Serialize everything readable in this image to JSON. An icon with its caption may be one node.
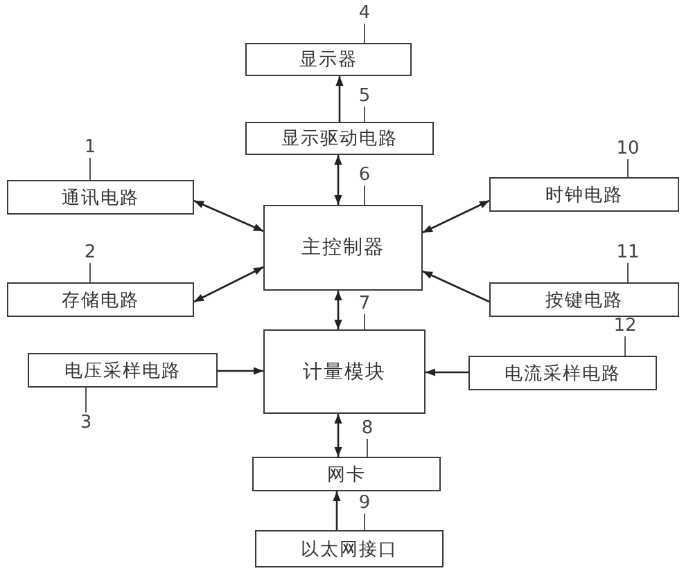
{
  "diagram": {
    "nodes": [
      {
        "text": [
          "显示器"
        ]
      },
      {
        "text": [
          "显示驱动电路"
        ]
      },
      {
        "text": [
          "通讯电路"
        ]
      },
      {
        "text": [
          "主控制器"
        ]
      },
      {
        "text": [
          "时钟电路"
        ]
      },
      {
        "text": [
          "存储电路"
        ]
      },
      {
        "text": [
          "按键电路"
        ]
      },
      {
        "text": [
          "电压采样电路"
        ]
      },
      {
        "text": [
          "计量模块"
        ]
      },
      {
        "text": [
          "电流采样电路"
        ]
      },
      {
        "text": [
          "网卡"
        ]
      },
      {
        "text": [
          "以太网接口"
        ]
      },
      {
        "text": [
          "1"
        ]
      },
      {
        "text": [
          "2"
        ]
      },
      {
        "text": [
          "3"
        ]
      },
      {
        "text": [
          "4"
        ]
      },
      {
        "text": [
          "5"
        ]
      },
      {
        "text": [
          "6"
        ]
      },
      {
        "text": [
          "7"
        ]
      },
      {
        "text": [
          "8"
        ]
      },
      {
        "text": [
          "9"
        ]
      },
      {
        "text": [
          "10"
        ]
      },
      {
        "text": [
          "11"
        ]
      },
      {
        "text": [
          "12"
        ]
      }
    ],
    "edges": [
      {
        "from": 1,
        "to": 0,
        "arrow": "to"
      },
      {
        "from": 3,
        "to": 1,
        "arrow": "both"
      },
      {
        "from": 2,
        "to": 3,
        "arrow": "both"
      },
      {
        "from": 3,
        "to": 5,
        "arrow": "both"
      },
      {
        "from": 4,
        "to": 3,
        "arrow": "both"
      },
      {
        "from": 6,
        "to": 3,
        "arrow": "to"
      },
      {
        "from": 3,
        "to": 8,
        "arrow": "both"
      },
      {
        "from": 7,
        "to": 8,
        "arrow": "to"
      },
      {
        "from": 9,
        "to": 8,
        "arrow": "to"
      },
      {
        "from": 8,
        "to": 10,
        "arrow": "both"
      },
      {
        "from": 11,
        "to": 10,
        "arrow": "to"
      },
      {
        "from": 12,
        "to": 2,
        "arrow": "none"
      },
      {
        "from": 13,
        "to": 5,
        "arrow": "none"
      },
      {
        "from": 14,
        "to": 7,
        "arrow": "none"
      },
      {
        "from": 15,
        "to": 0,
        "arrow": "none"
      },
      {
        "from": 16,
        "to": 1,
        "arrow": "none"
      },
      {
        "from": 17,
        "to": 3,
        "arrow": "none"
      },
      {
        "from": 18,
        "to": 8,
        "arrow": "none"
      },
      {
        "from": 19,
        "to": 10,
        "arrow": "none"
      },
      {
        "from": 20,
        "to": 11,
        "arrow": "none"
      },
      {
        "from": 21,
        "to": 4,
        "arrow": "none"
      },
      {
        "from": 22,
        "to": 6,
        "arrow": "none"
      },
      {
        "from": 23,
        "to": 9,
        "arrow": "none"
      }
    ]
  }
}
